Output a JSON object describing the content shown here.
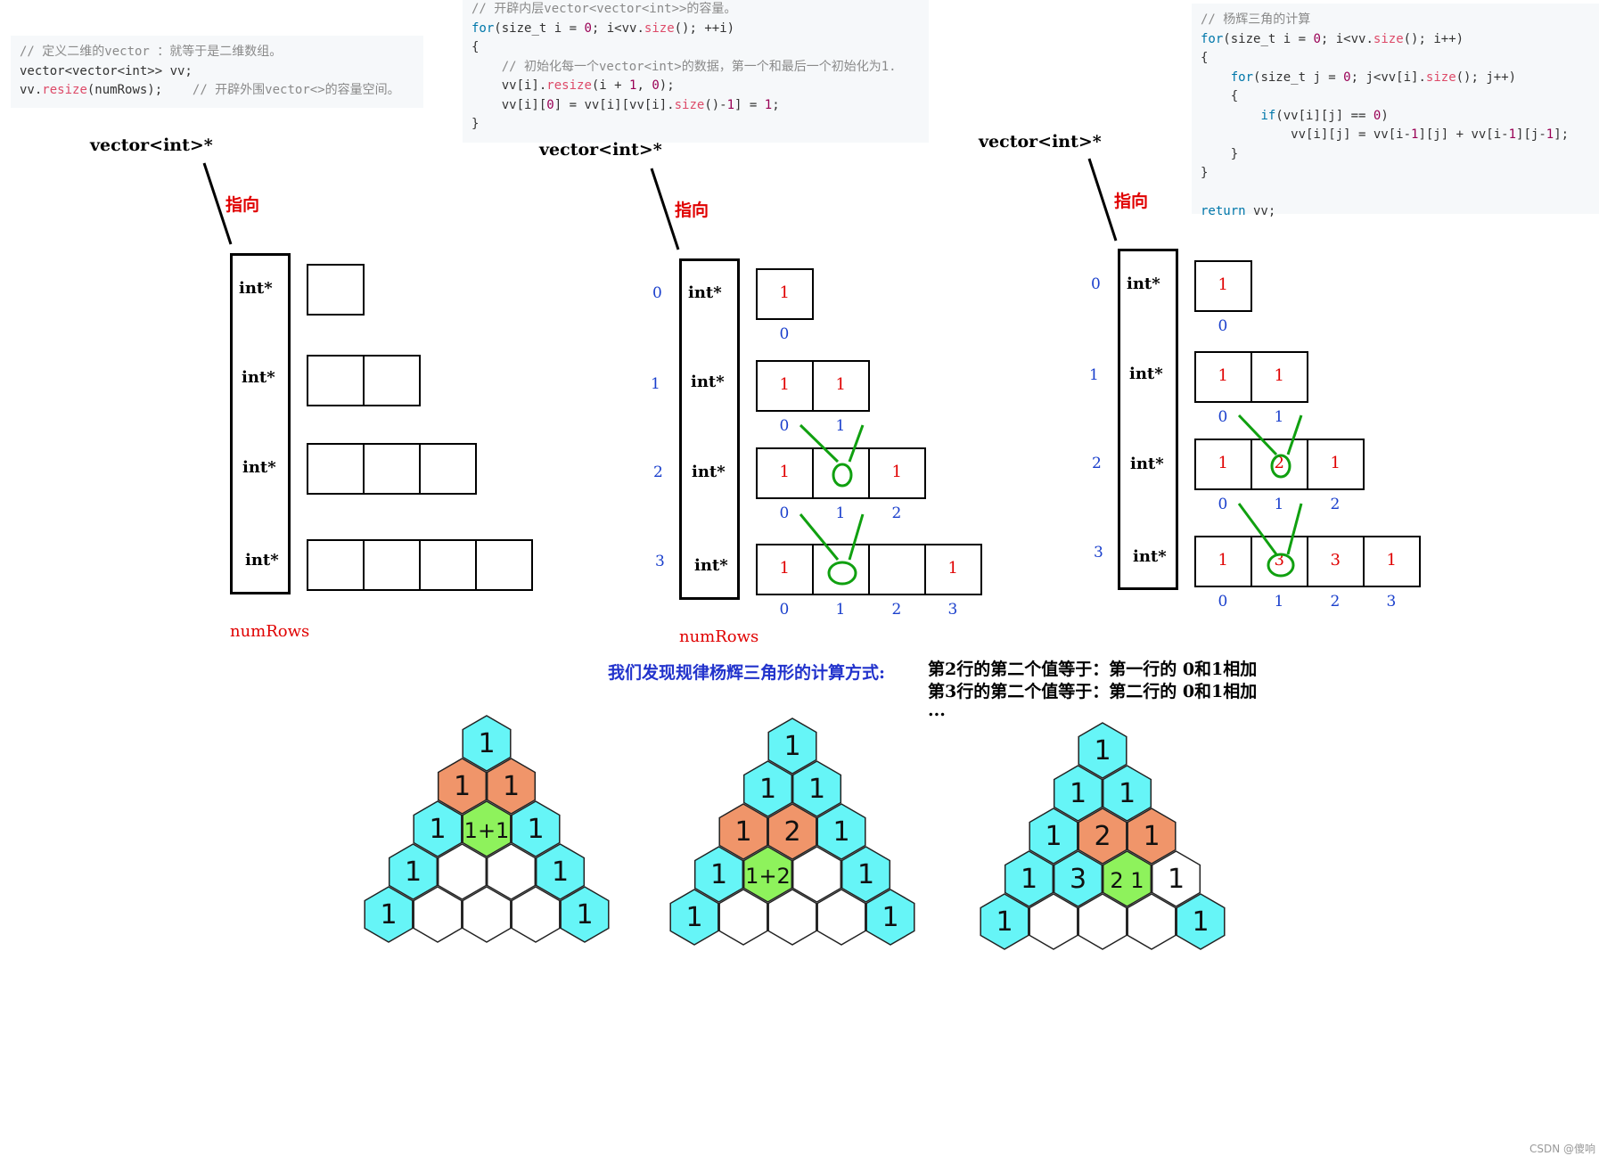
{
  "code_blocks": {
    "resize": [
      "// 定义二维的vector ：就等于是二维数组。",
      "vector<vector<int>> vv;",
      "vv.resize(numRows);    // 开辟外围vector<>的容量空间。"
    ],
    "inner": [
      "// 开辟内层vector<vector<int>>的容量。",
      "for(size_t i = 0; i<vv.size(); ++i)",
      "{",
      "    // 初始化每一个vector<int>的数据，第一个和最后一个初始化为1.",
      "    vv[i].resize(i + 1, 0);",
      "    vv[i][0] = vv[i][vv[i].size()-1] = 1;",
      "}"
    ],
    "calc": [
      "// 杨辉三角的计算",
      "for(size_t i = 0; i<vv.size(); i++)",
      "{",
      "    for(size_t j = 0; j<vv[i].size(); j++)",
      "    {",
      "        if(vv[i][j] == 0)",
      "            vv[i][j] = vv[i-1][j] + vv[i-1][j-1];",
      "    }",
      "}",
      "",
      "return vv;"
    ]
  },
  "labels": {
    "pointer_type": "vector<int>*",
    "points_to": "指向",
    "int_ptr": "int*",
    "num_rows": "numRows"
  },
  "diagram1": {
    "rows": [
      1,
      2,
      3,
      4
    ]
  },
  "diagram2": {
    "row_indices": [
      "0",
      "1",
      "2",
      "3"
    ],
    "rows": [
      [
        "1"
      ],
      [
        "1",
        "1"
      ],
      [
        "1",
        "",
        "1"
      ],
      [
        "1",
        "",
        "",
        "1"
      ]
    ],
    "col_indices": [
      [
        "0"
      ],
      [
        "0",
        "1"
      ],
      [
        "0",
        "1",
        "2"
      ],
      [
        "0",
        "1",
        "2",
        "3"
      ]
    ]
  },
  "diagram3": {
    "row_indices": [
      "0",
      "1",
      "2",
      "3"
    ],
    "rows": [
      [
        "1"
      ],
      [
        "1",
        "1"
      ],
      [
        "1",
        "2",
        "1"
      ],
      [
        "1",
        "3",
        "3",
        "1"
      ]
    ],
    "col_indices": [
      [
        "0"
      ],
      [
        "0",
        "1"
      ],
      [
        "0",
        "1",
        "2"
      ],
      [
        "0",
        "1",
        "2",
        "3"
      ]
    ]
  },
  "rule": {
    "lead": "我们发现规律杨辉三角形的计算方式:",
    "line1": "第2行的第二个值等于：第一行的 0和1相加",
    "line2": "第3行的第二个值等于：第二行的 0和1相加",
    "line3": "..."
  },
  "triangles": [
    [
      [
        "1"
      ],
      [
        "1",
        "1"
      ],
      [
        "1",
        "1+1",
        "1"
      ],
      [
        "1",
        "",
        "",
        "1"
      ],
      [
        "1",
        "",
        "",
        "",
        "1"
      ]
    ],
    [
      [
        "1"
      ],
      [
        "1",
        "1"
      ],
      [
        "1",
        "2",
        "1"
      ],
      [
        "1",
        "1+2",
        "",
        "1"
      ],
      [
        "1",
        "",
        "",
        "",
        "1"
      ]
    ],
    [
      [
        "1"
      ],
      [
        "1",
        "1"
      ],
      [
        "1",
        "2",
        "1"
      ],
      [
        "1",
        "3",
        "2  1",
        "1"
      ],
      [
        "1",
        "",
        "",
        "",
        "1"
      ]
    ]
  ],
  "triangle_colors": [
    [
      [
        "c"
      ],
      [
        "o",
        "o"
      ],
      [
        "c",
        "g",
        "c"
      ],
      [
        "c",
        "w",
        "w",
        "c"
      ],
      [
        "c",
        "w",
        "w",
        "w",
        "c"
      ]
    ],
    [
      [
        "c"
      ],
      [
        "c",
        "c"
      ],
      [
        "o",
        "o",
        "c"
      ],
      [
        "c",
        "g",
        "w",
        "c"
      ],
      [
        "c",
        "w",
        "w",
        "w",
        "c"
      ]
    ],
    [
      [
        "c"
      ],
      [
        "c",
        "c"
      ],
      [
        "c",
        "o",
        "o"
      ],
      [
        "c",
        "c",
        "g",
        "w",
        "c"
      ],
      [
        "c",
        "w",
        "w",
        "w",
        "c"
      ]
    ]
  ],
  "palette": {
    "cyan": "#66f5f7",
    "orange": "#f0956a",
    "green": "#8ef25c",
    "white": "#ffffff",
    "red": "#e00000",
    "blue": "#1a3fcc",
    "arrow_green": "#10a010"
  },
  "watermark": "CSDN @傻响"
}
